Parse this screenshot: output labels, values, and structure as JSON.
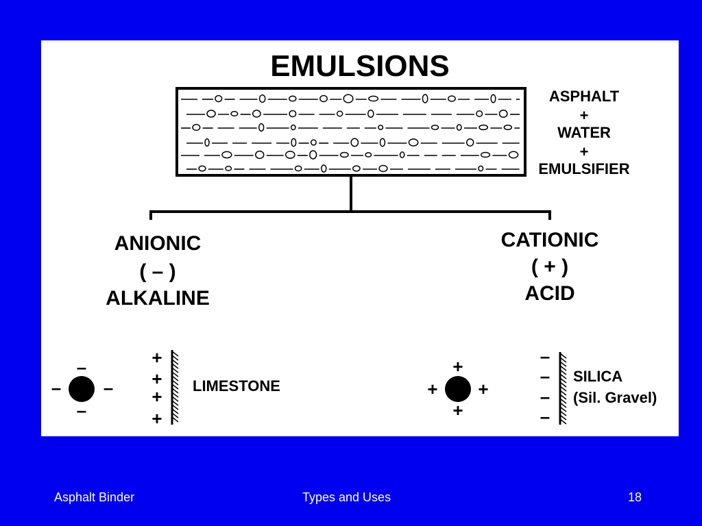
{
  "diagram": {
    "title": "EMULSIONS",
    "components": [
      "ASPHALT",
      "+",
      "WATER",
      "+",
      "EMULSIFIER"
    ],
    "anionic": {
      "name": "ANIONIC",
      "charge": "( – )",
      "type": "ALKALINE"
    },
    "cationic": {
      "name": "CATIONIC",
      "charge": "( + )",
      "type": "ACID"
    },
    "anionic_example": {
      "particle_signs": [
        "–",
        "–",
        "–",
        "–"
      ],
      "surface_signs": [
        "+",
        "+",
        "+",
        "+"
      ],
      "surface_label": "LIMESTONE"
    },
    "cationic_example": {
      "particle_signs": [
        "+",
        "+",
        "+",
        "+"
      ],
      "surface_signs": [
        "–",
        "–",
        "–",
        "–"
      ],
      "surface_label_line1": "SILICA",
      "surface_label_line2": "(Sil. Gravel)"
    }
  },
  "footer": {
    "left": "Asphalt Binder",
    "center": "Types and Uses",
    "page": "18"
  },
  "colors": {
    "background": "#0000F0",
    "panel": "#FFFFFF",
    "ink": "#000000",
    "footer_text": "#FFFFFF"
  }
}
